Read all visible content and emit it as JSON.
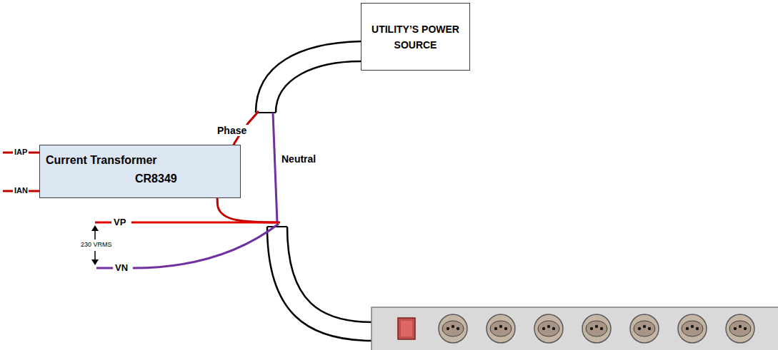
{
  "diagram": {
    "nodes": [
      {
        "text": [
          "UTILITY’S POWER SOURCE"
        ]
      },
      {
        "text": [
          "Current Transformer",
          "CR8349"
        ]
      }
    ],
    "labels": [
      "Phase",
      "Neutral",
      "IAP",
      "IAN",
      "VP",
      "VN",
      "230 VRMS"
    ]
  }
}
